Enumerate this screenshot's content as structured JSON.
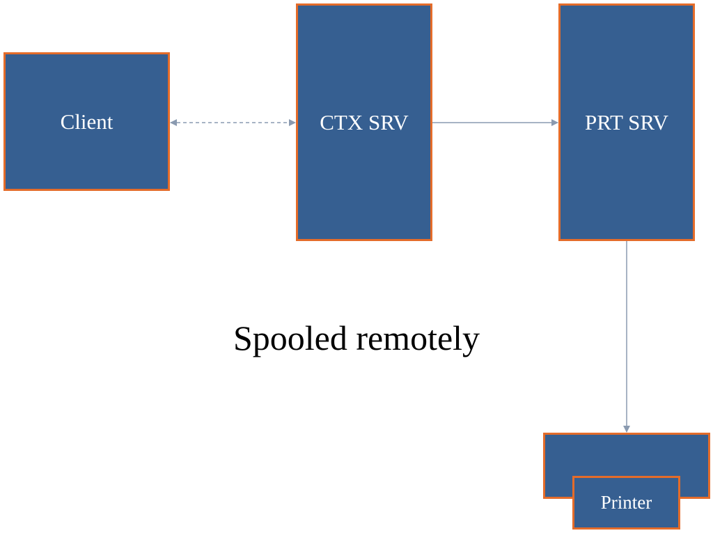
{
  "diagram": {
    "nodes": {
      "client": "Client",
      "ctx_server": "CTX SRV",
      "prt_server": "PRT SRV",
      "printer": "Printer"
    },
    "caption": "Spooled remotely",
    "edges": [
      {
        "from": "client",
        "to": "ctx_server",
        "style": "dashed",
        "direction": "both"
      },
      {
        "from": "ctx_server",
        "to": "prt_server",
        "style": "solid",
        "direction": "forward"
      },
      {
        "from": "prt_server",
        "to": "printer",
        "style": "solid",
        "direction": "forward"
      }
    ],
    "colors": {
      "box_fill": "#365f91",
      "box_border": "#e46c2a",
      "connector": "#8a9ab0",
      "box_text": "#ffffff",
      "caption_text": "#000000"
    }
  }
}
